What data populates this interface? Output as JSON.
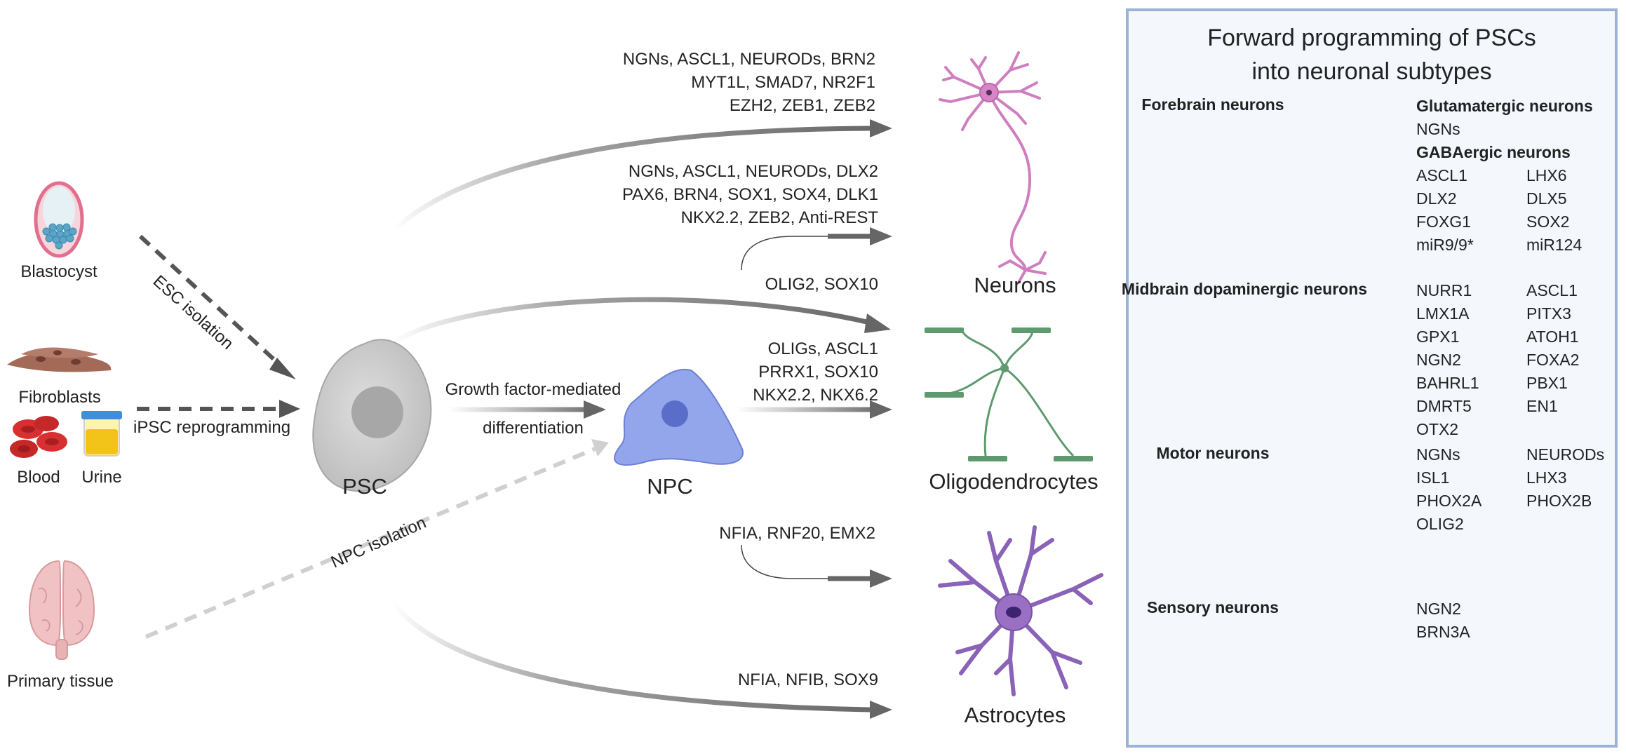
{
  "sources": {
    "blastocyst": "Blastocyst",
    "fibroblasts": "Fibroblasts",
    "blood": "Blood",
    "urine": "Urine",
    "primary_tissue": "Primary tissue"
  },
  "arrows": {
    "esc_isolation": "ESC isolation",
    "ipsc_reprogramming": "iPSC reprogramming",
    "npc_isolation": "NPC isolation",
    "growth_factor_line1": "Growth factor-mediated",
    "growth_factor_line2": "differentiation"
  },
  "cells": {
    "psc": "PSC",
    "npc": "NPC",
    "neurons": "Neurons",
    "oligodendrocytes": "Oligodendrocytes",
    "astrocytes": "Astrocytes"
  },
  "factors": {
    "psc_neurons": [
      "NGNs, ASCL1, NEURODs, BRN2",
      "MYT1L, SMAD7, NR2F1",
      "EZH2, ZEB1, ZEB2"
    ],
    "npc_neurons": [
      "NGNs, ASCL1, NEURODs, DLX2",
      "PAX6, BRN4, SOX1, SOX4, DLK1",
      "NKX2.2, ZEB2, Anti-REST"
    ],
    "psc_oligo": [
      "OLIG2, SOX10"
    ],
    "npc_oligo": [
      "OLIGs, ASCL1",
      "PRRX1, SOX10",
      "NKX2.2, NKX6.2"
    ],
    "npc_astro": [
      "NFIA, RNF20, EMX2"
    ],
    "psc_astro": [
      "NFIA, NFIB, SOX9"
    ]
  },
  "panel": {
    "title_line1": "Forward programming of PSCs",
    "title_line2": "into neuronal subtypes",
    "forebrain": {
      "label": "Forebrain neurons",
      "glut_header": "Glutamatergic neurons",
      "glut_genes": "NGNs",
      "gaba_header": "GABAergic neurons",
      "col1": [
        "ASCL1",
        "DLX2",
        "FOXG1",
        "miR9/9*"
      ],
      "col2": [
        "LHX6",
        "DLX5",
        "SOX2",
        "miR124"
      ]
    },
    "midbrain": {
      "label": "Midbrain dopaminergic neurons",
      "col1": [
        "NURR1",
        "LMX1A",
        "GPX1",
        "NGN2",
        "BAHRL1",
        "DMRT5",
        "OTX2"
      ],
      "col2": [
        "ASCL1",
        "PITX3",
        "ATOH1",
        "FOXA2",
        "PBX1",
        "EN1"
      ]
    },
    "motor": {
      "label": "Motor neurons",
      "col1": [
        "NGNs",
        "ISL1",
        "PHOX2A",
        "OLIG2"
      ],
      "col2": [
        "NEURODs",
        "LHX3",
        "PHOX2B"
      ]
    },
    "sensory": {
      "label": "Sensory neurons",
      "col1": [
        "NGN2",
        "BRN3A"
      ]
    }
  },
  "colors": {
    "arrow": "#666666",
    "dashed_dark": "#555555",
    "dashed_light": "#d0d0d0",
    "neuron_pink": "#d07fc0",
    "oligo_green": "#5e9a6e",
    "astro_purple": "#8a62b8",
    "npc_blue": "#8fa2ea",
    "psc_gray": "#cccccc",
    "panel_bg": "#f4f8fd",
    "panel_border": "#9db3d6",
    "forebrain_neuron": "#cf86c6",
    "midbrain_neuron": "#d7454e",
    "motor_neuron": "#ea7a4e",
    "sensory_neuron": "#e8c46d"
  }
}
